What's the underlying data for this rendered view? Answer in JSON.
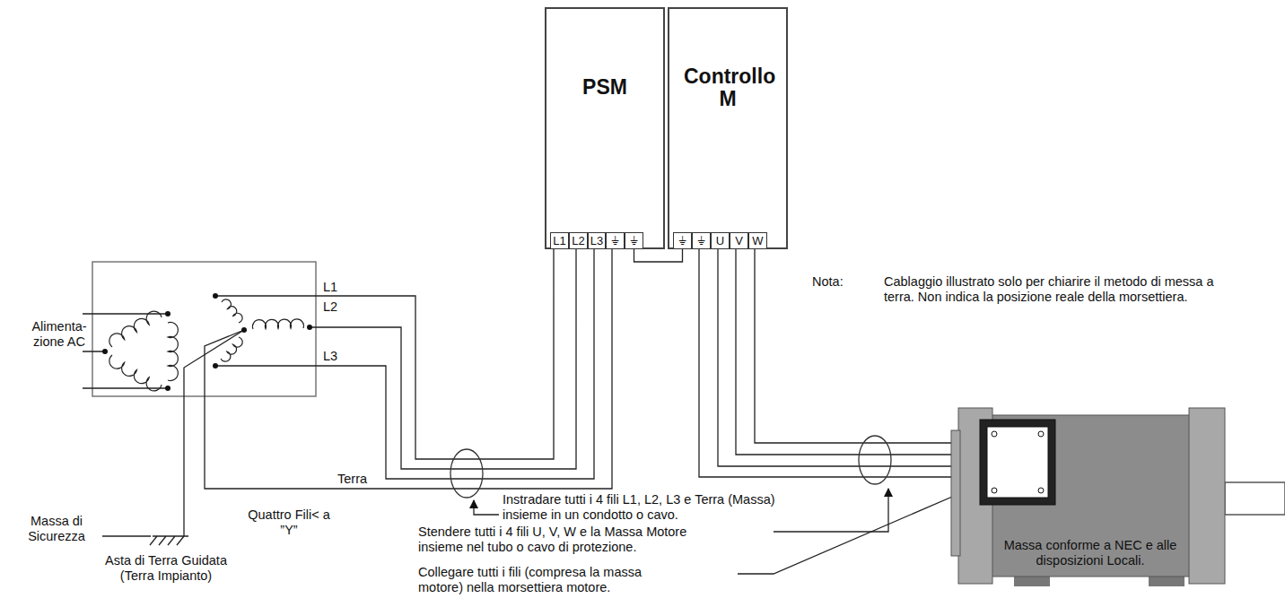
{
  "diagram": {
    "nodes": [
      {
        "text": [
          "PSM"
        ]
      },
      {
        "text": [
          "Controllo M"
        ]
      },
      {
        "text": [
          "L1"
        ],
        "in": 0
      },
      {
        "text": [
          "L2"
        ],
        "in": 0
      },
      {
        "text": [
          "L3"
        ],
        "in": 0
      },
      {
        "text": [
          "⏚"
        ],
        "in": 0
      },
      {
        "text": [
          "⏚"
        ],
        "in": 0
      },
      {
        "text": [
          "⏚"
        ],
        "in": 1
      },
      {
        "text": [
          "⏚"
        ],
        "in": 1
      },
      {
        "text": [
          "U"
        ],
        "in": 1
      },
      {
        "text": [
          "V"
        ],
        "in": 1
      },
      {
        "text": [
          "W"
        ],
        "in": 1
      }
    ],
    "edges": [
      {
        "from": 6,
        "to": 7,
        "arrow": "none"
      }
    ],
    "labels": [
      "Alimenta- zione AC",
      "L1",
      "L2",
      "L3",
      "Terra",
      "Massa di Sicurezza",
      "Quattro Fili< a ”Y”",
      "Asta di Terra Guidata (Terra Impianto)",
      "Instradare tutti i 4 fili L1, L2, L3 e Terra (Massa) insieme in un condotto o cavo.",
      "Stendere tutti i 4 fili U, V, W e la Massa Motore insieme nel tubo o cavo di protezione.",
      "Collegare tutti i fili (compresa la massa motore) nella morsettiera motore.",
      "Nota:",
      "Cablaggio illustrato solo per chiarire il metodo di messa a terra. Non indica la posizione reale della morsettiera.",
      "Massa conforme a NEC e alle disposizioni Locali."
    ]
  }
}
